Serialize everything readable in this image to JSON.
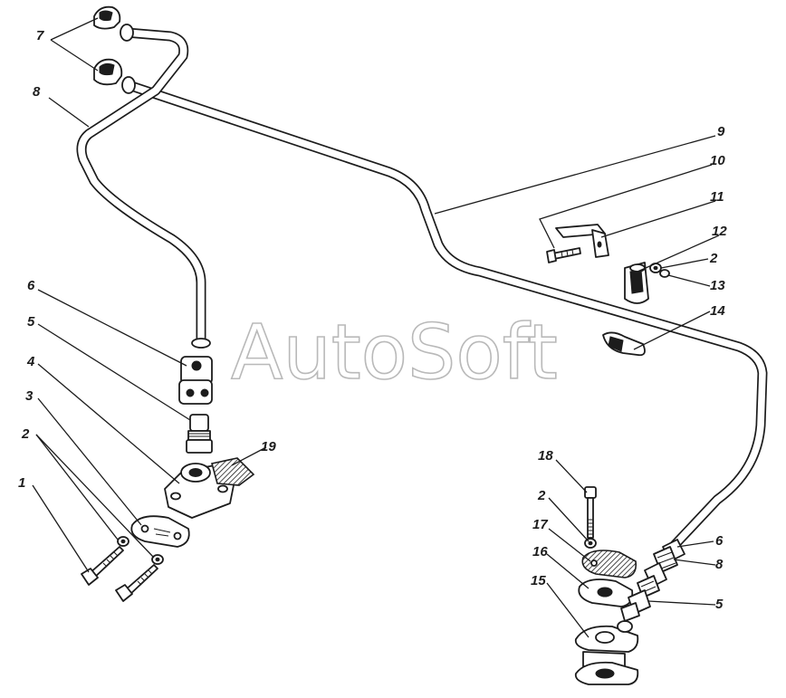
{
  "watermark": "AutoSoft",
  "callouts": [
    "1",
    "2",
    "3",
    "4",
    "5",
    "6",
    "7",
    "8",
    "9",
    "10",
    "11",
    "12",
    "2",
    "13",
    "14",
    "18",
    "2",
    "17",
    "16",
    "15",
    "6",
    "8",
    "5",
    "19"
  ],
  "colors": {
    "ink": "#1c1c1c",
    "paper": "#ffffff",
    "watermark": "#b9b9b9"
  }
}
